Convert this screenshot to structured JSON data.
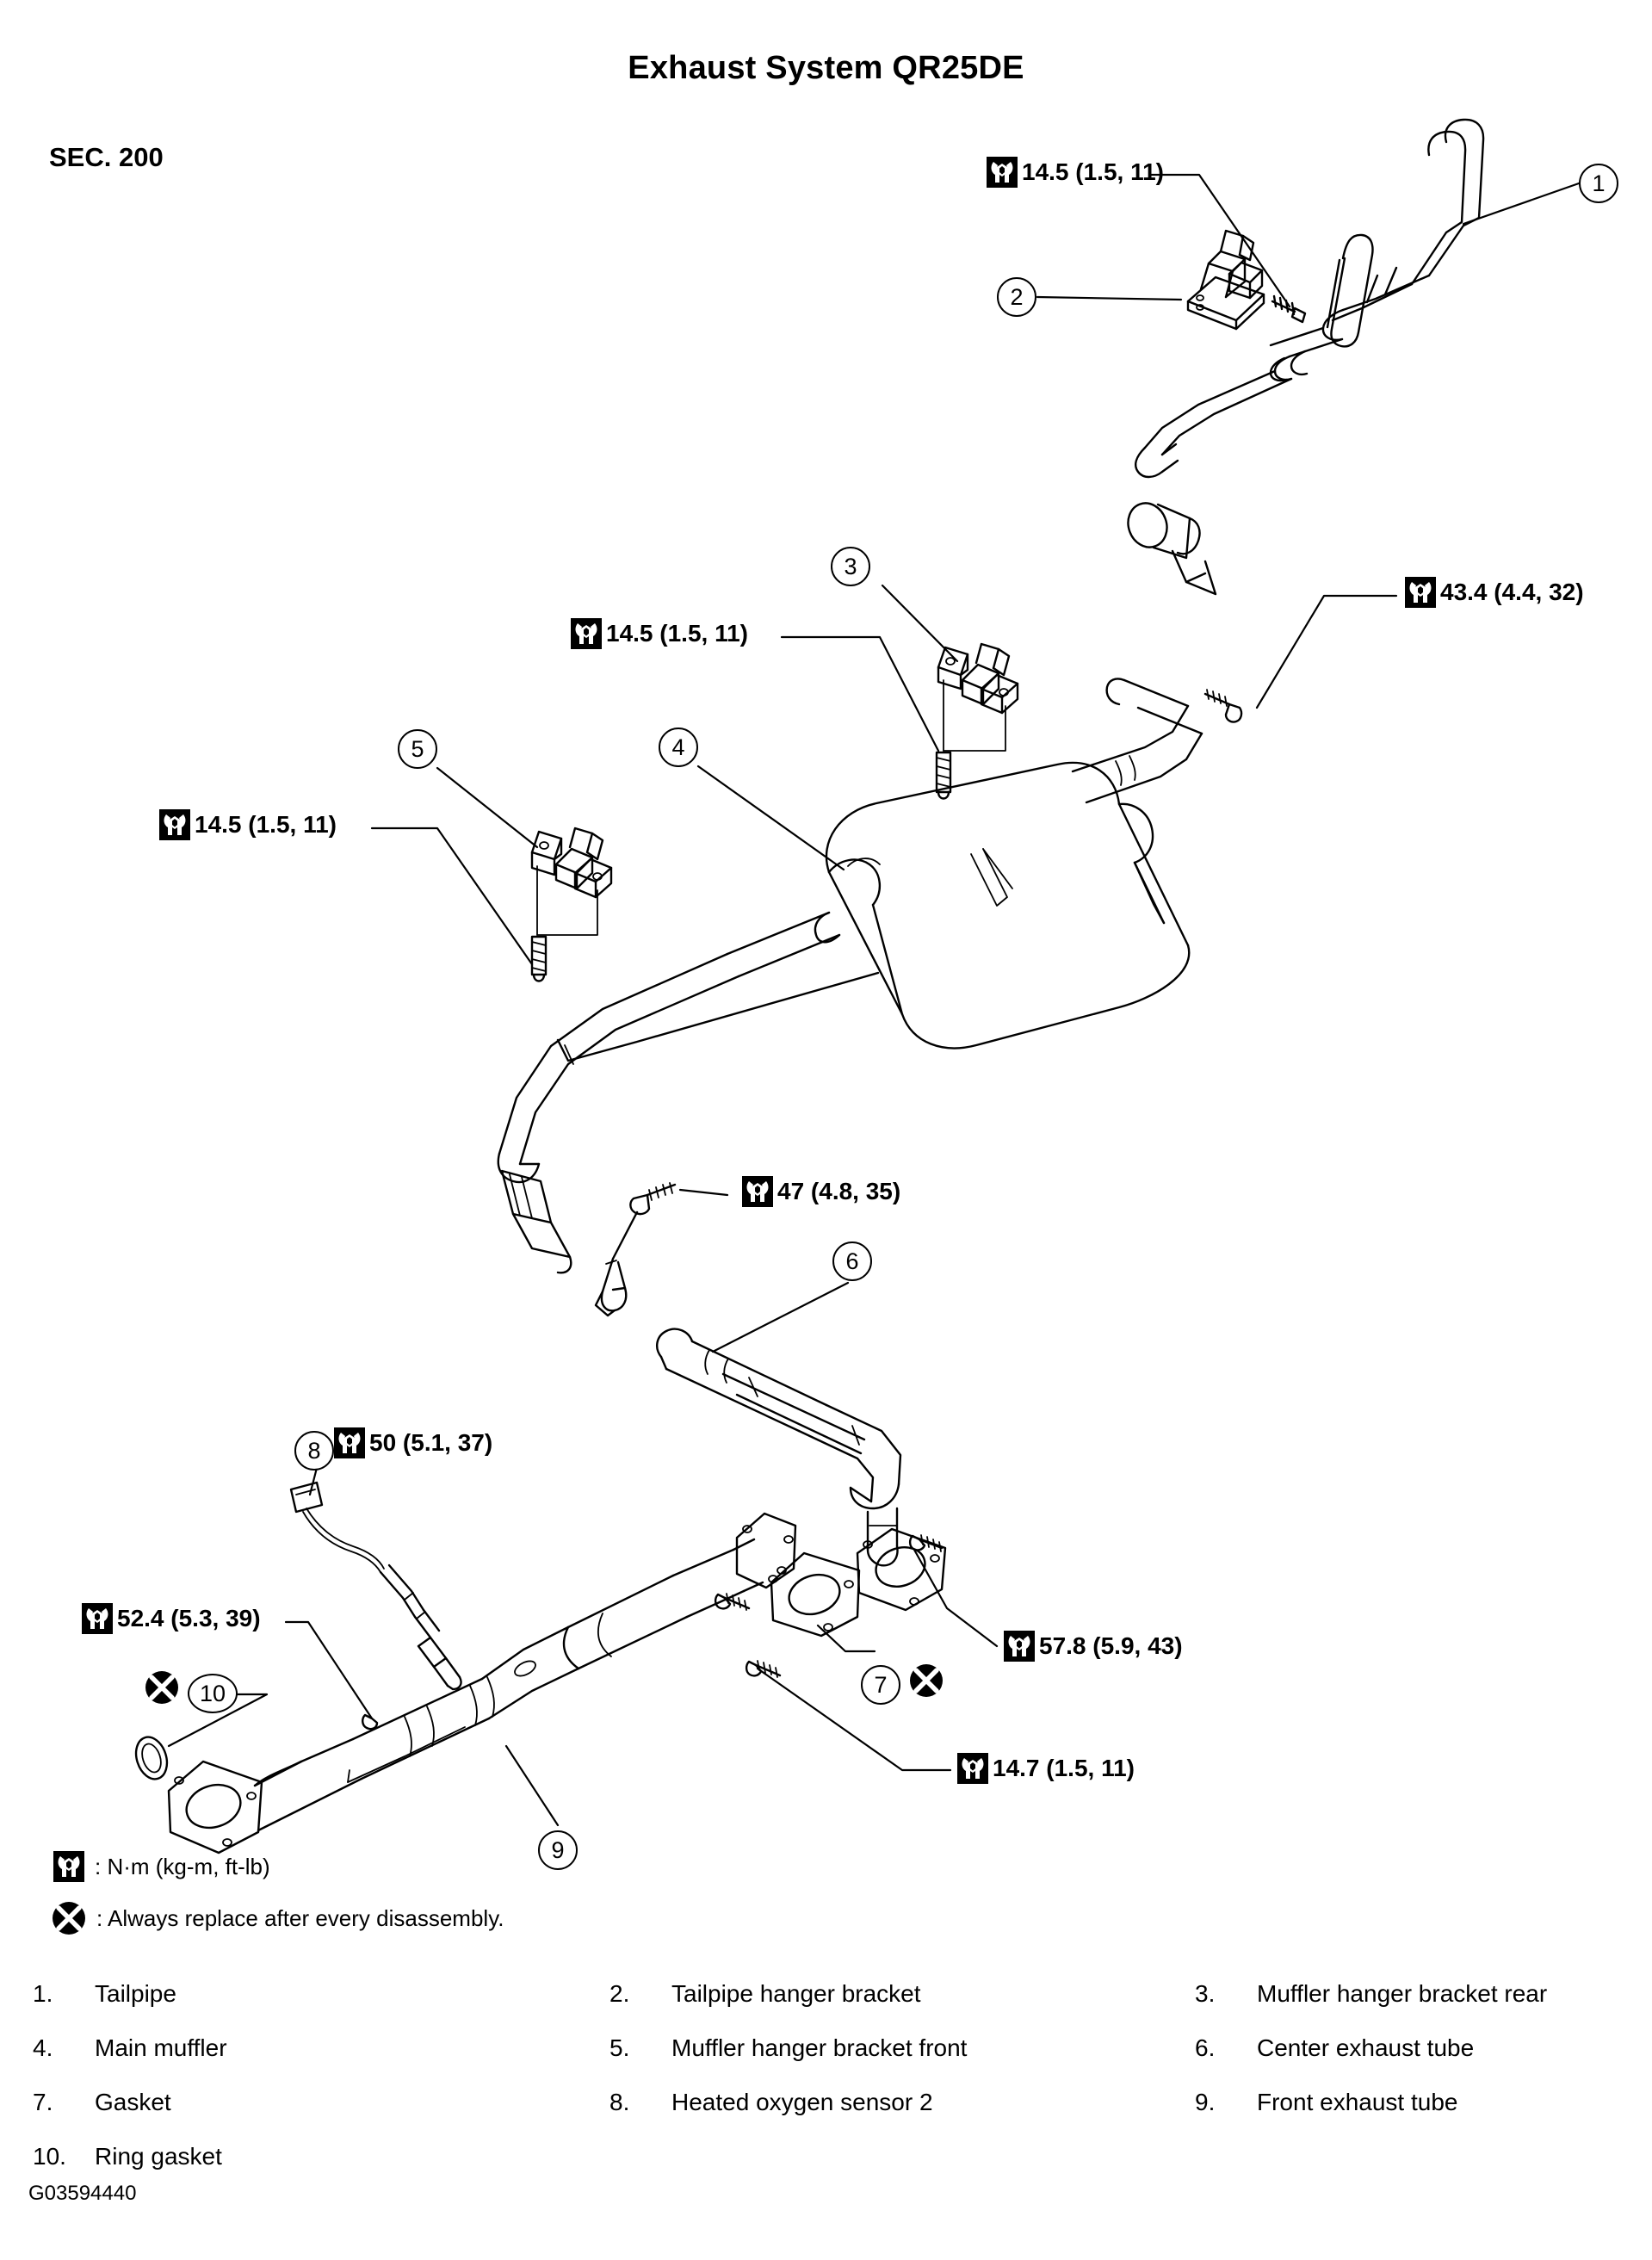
{
  "document": {
    "title": "Exhaust System QR25DE",
    "section_label": "SEC. 200",
    "figure_code": "G03594440"
  },
  "torque_specs": [
    {
      "id": "tq-tailpipe-hanger",
      "value": "14.5 (1.5, 11)"
    },
    {
      "id": "tq-muffler-hanger-rear",
      "value": "14.5 (1.5, 11)"
    },
    {
      "id": "tq-muffler-hanger-front",
      "value": "14.5 (1.5, 11)"
    },
    {
      "id": "tq-center-tube-mount",
      "value": "43.4 (4.4, 32)"
    },
    {
      "id": "tq-muffler-joint",
      "value": "47 (4.8, 35)"
    },
    {
      "id": "tq-oxygen-sensor",
      "value": "50 (5.1, 37)"
    },
    {
      "id": "tq-front-tube-flange",
      "value": "52.4 (5.3, 39)"
    },
    {
      "id": "tq-center-tube-flange",
      "value": "57.8 (5.9, 43)"
    },
    {
      "id": "tq-gasket-bolt",
      "value": "14.7 (1.5, 11)"
    }
  ],
  "balloons": [
    {
      "number": "1"
    },
    {
      "number": "2"
    },
    {
      "number": "3"
    },
    {
      "number": "4"
    },
    {
      "number": "5"
    },
    {
      "number": "6"
    },
    {
      "number": "7"
    },
    {
      "number": "8"
    },
    {
      "number": "9"
    },
    {
      "number": "10"
    }
  ],
  "legend": {
    "torque_units": ": N·m (kg-m, ft-lb)",
    "replace_note": ": Always replace after every disassembly."
  },
  "parts": [
    {
      "number": "1.",
      "name": "Tailpipe"
    },
    {
      "number": "2.",
      "name": "Tailpipe hanger bracket"
    },
    {
      "number": "3.",
      "name": "Muffler hanger bracket rear"
    },
    {
      "number": "4.",
      "name": "Main muffler"
    },
    {
      "number": "5.",
      "name": "Muffler hanger bracket front"
    },
    {
      "number": "6.",
      "name": "Center exhaust tube"
    },
    {
      "number": "7.",
      "name": "Gasket"
    },
    {
      "number": "8.",
      "name": "Heated oxygen sensor 2"
    },
    {
      "number": "9.",
      "name": "Front exhaust tube"
    },
    {
      "number": "10.",
      "name": "Ring gasket"
    }
  ]
}
